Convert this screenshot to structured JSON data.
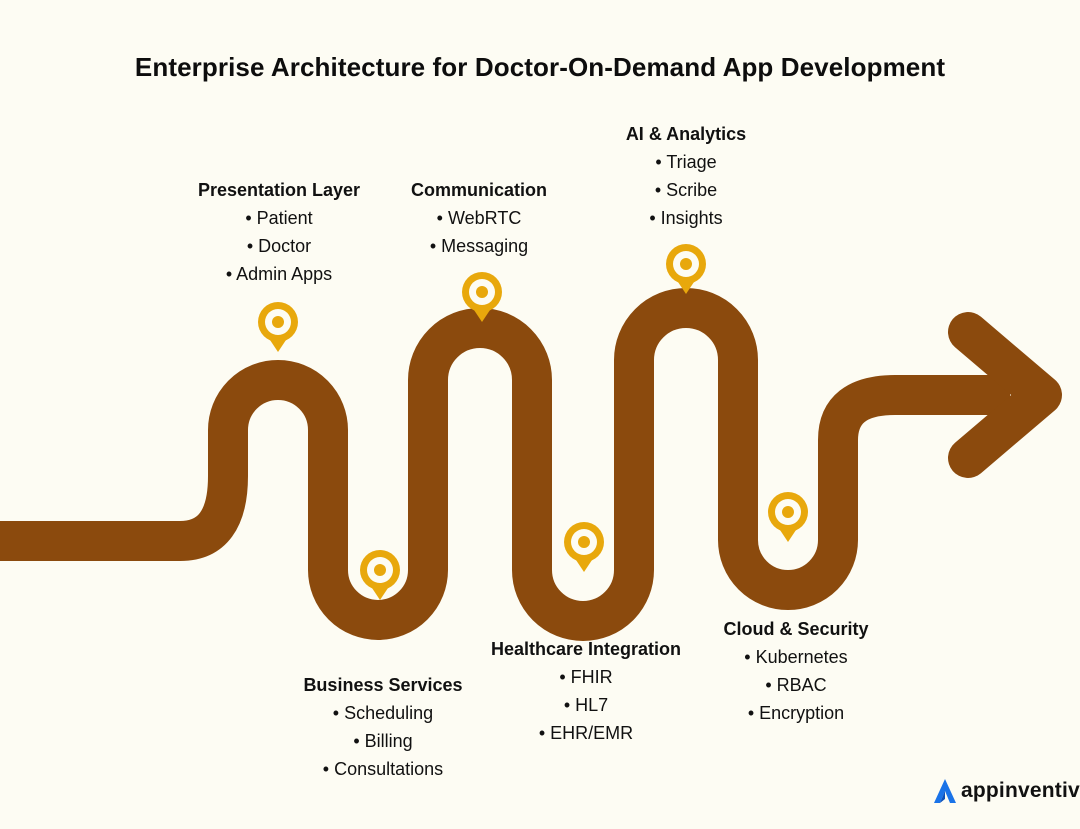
{
  "title": "Enterprise Architecture for Doctor-On-Demand App Development",
  "colors": {
    "background": "#fdfcf3",
    "road": "#8b4a0d",
    "pin": "#e8a80c",
    "brand_accent": "#1a73e8"
  },
  "stages": [
    {
      "heading": "Presentation Layer",
      "items": [
        "Patient",
        "Doctor",
        "Admin Apps"
      ]
    },
    {
      "heading": "Business Services",
      "items": [
        "Scheduling",
        "Billing",
        "Consultations"
      ]
    },
    {
      "heading": "Communication",
      "items": [
        "WebRTC",
        "Messaging"
      ]
    },
    {
      "heading": "Healthcare Integration",
      "items": [
        "FHIR",
        "HL7",
        "EHR/EMR"
      ]
    },
    {
      "heading": "AI & Analytics",
      "items": [
        "Triage",
        "Scribe",
        "Insights"
      ]
    },
    {
      "heading": "Cloud & Security",
      "items": [
        "Kubernetes",
        "RBAC",
        "Encryption"
      ]
    }
  ],
  "brand": {
    "name": "appinventiv",
    "icon": "appinventiv-logo-icon"
  }
}
